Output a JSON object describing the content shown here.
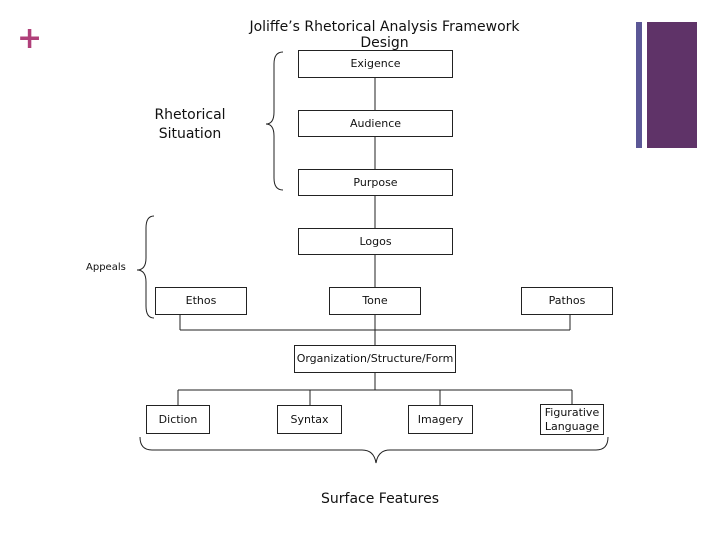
{
  "title": "Joliffe’s Rhetorical Analysis Framework Design",
  "slide": {
    "bullet_icon": "plus-icon",
    "accent_colors": [
      "#5b5796",
      "#5f3368"
    ]
  },
  "groups": {
    "rhetorical_situation": "Rhetorical Situation",
    "appeals": "Appeals",
    "surface_features": "Surface Features"
  },
  "nodes": {
    "exigence": "Exigence",
    "audience": "Audience",
    "purpose": "Purpose",
    "logos": "Logos",
    "ethos": "Ethos",
    "tone": "Tone",
    "pathos": "Pathos",
    "organization": "Organization/Structure/Form",
    "diction": "Diction",
    "syntax": "Syntax",
    "imagery": "Imagery",
    "figurative_line1": "Figurative",
    "figurative_line2": "Language"
  }
}
